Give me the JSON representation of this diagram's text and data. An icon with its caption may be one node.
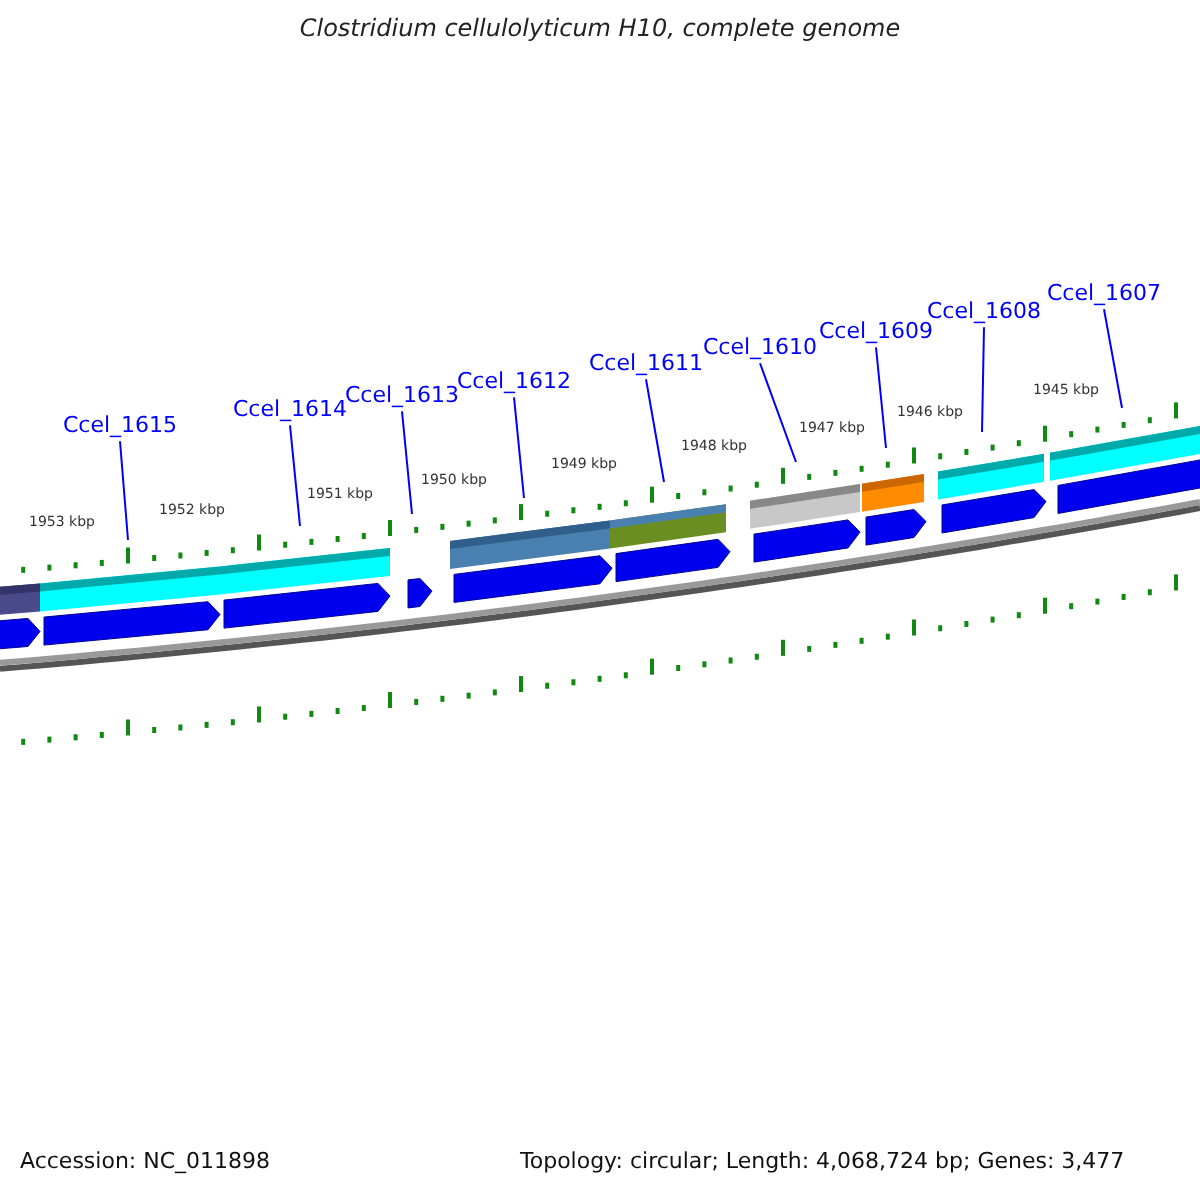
{
  "diagram": {
    "title": "Clostridium cellulolyticum H10, complete genome",
    "nodes": [
      {
        "text": [
          "Ccel_1615"
        ]
      },
      {
        "text": [
          "Ccel_1614"
        ]
      },
      {
        "text": [
          "Ccel_1613"
        ]
      },
      {
        "text": [
          "Ccel_1612"
        ]
      },
      {
        "text": [
          "Ccel_1611"
        ]
      },
      {
        "text": [
          "Ccel_1610"
        ]
      },
      {
        "text": [
          "Ccel_1609"
        ]
      },
      {
        "text": [
          "Ccel_1608"
        ]
      },
      {
        "text": [
          "Ccel_1607"
        ]
      }
    ],
    "edges": [
      {
        "from": 0,
        "to": null,
        "arrow": "none"
      },
      {
        "from": 1,
        "to": null,
        "arrow": "none"
      },
      {
        "from": 2,
        "to": null,
        "arrow": "none"
      },
      {
        "from": 3,
        "to": null,
        "arrow": "none"
      },
      {
        "from": 4,
        "to": null,
        "arrow": "none"
      },
      {
        "from": 5,
        "to": null,
        "arrow": "none"
      },
      {
        "from": 6,
        "to": null,
        "arrow": "none"
      },
      {
        "from": 7,
        "to": null,
        "arrow": "none"
      },
      {
        "from": 8,
        "to": null,
        "arrow": "none"
      }
    ],
    "labels": [
      "1953 kbp",
      "1952 kbp",
      "1951 kbp",
      "1950 kbp",
      "1949 kbp",
      "1948 kbp",
      "1947 kbp",
      "1946 kbp",
      "1945 kbp",
      "Accession: NC_011898",
      "Topology: circular; Length: 4,068,724 bp; Genes: 3,477"
    ]
  }
}
